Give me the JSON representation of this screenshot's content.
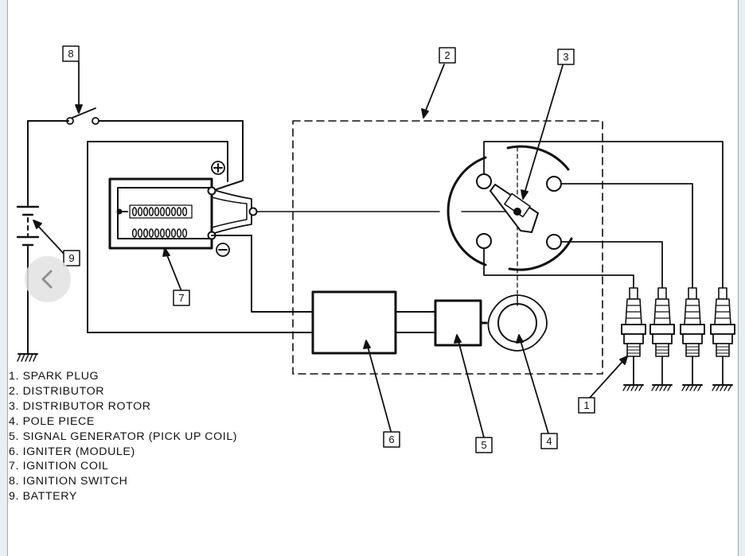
{
  "callouts": [
    "1",
    "2",
    "3",
    "4",
    "5",
    "6",
    "7",
    "8",
    "9"
  ],
  "coil": {
    "positive_symbol": "⊕",
    "negative_symbol": "⊖"
  },
  "legend": [
    "1.  SPARK PLUG",
    "2.  DISTRIBUTOR",
    "3.  DISTRIBUTOR ROTOR",
    "4.  POLE PIECE",
    "5.  SIGNAL GENERATOR (PICK UP COIL)",
    "6.  IGNITER (MODULE)",
    "7.  IGNITION COIL",
    "8.  IGNITION SWITCH",
    "9.  BATTERY"
  ],
  "nav": {
    "prev_icon": "chevron-left-icon"
  }
}
